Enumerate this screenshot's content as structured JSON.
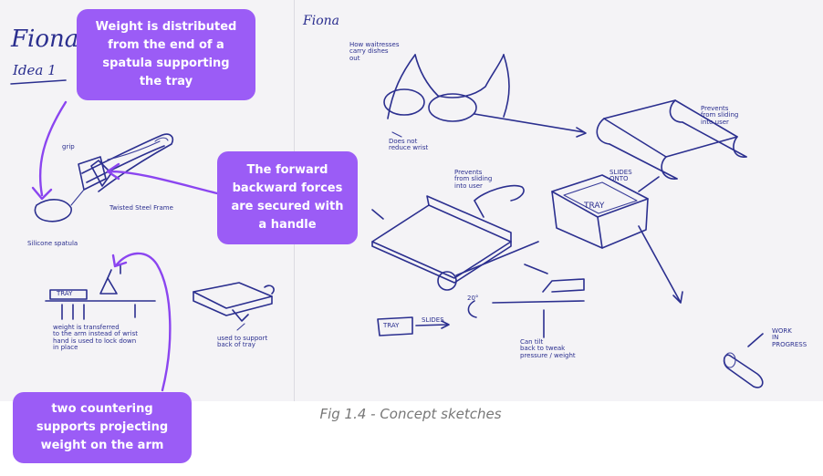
{
  "callouts": {
    "weight_distributed": "Weight is distributed\nfrom the end of a\nspatula supporting\nthe tray",
    "forward_backward": "The forward\nbackward forces\nare secured with\na handle",
    "two_countering": "two countering\nsupports projecting\nweight on the arm"
  },
  "caption": "Fig 1.4 - Concept sketches",
  "sketch_left": {
    "name": "Fiona",
    "idea": "Idea 1",
    "grip": "grip",
    "twisted_steel_frame": "Twisted Steel Frame",
    "silicone_spatula": "Silicone spatula",
    "tray_label": "TRAY",
    "weight_note": "weight is transferred\nto the arm instead of wrist\nhand is used to lock down\nin place",
    "used_to_support": "used to support\nback of tray"
  },
  "sketch_right": {
    "name": "Fiona",
    "how_waitresses": "How waitresses\ncarry dishes\nout",
    "does_not_reduce": "Does not\nreduce wrist",
    "prevents_sliding_top": "Prevents\nfrom sliding\ninto user",
    "prevents_sliding_left": "Prevents\nfrom sliding\ninto user",
    "slides_onto": "SLIDES\nONTO",
    "tray_label": "TRAY",
    "tray_small": "TRAY",
    "slides_small": "SLIDES",
    "angle": "20°",
    "can_tilt": "Can tilt\nback to tweak\npressure / weight",
    "work_in_progress": "WORK\nIN\nPROGRESS"
  },
  "colors": {
    "callout_bg": "#9b5cf6",
    "callout_text": "#ffffff",
    "ink": "#2b2f8f",
    "arrow": "#8b45f0",
    "caption": "#777777",
    "paper": "#f4f3f6"
  }
}
